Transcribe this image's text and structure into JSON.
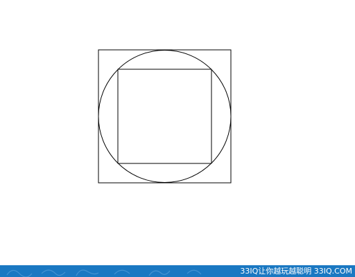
{
  "diagram": {
    "shapes": [
      "outer-square",
      "inscribed-circle",
      "inner-square"
    ],
    "stroke_color": "#000000"
  },
  "footer": {
    "text": "33IQ让你越玩越聪明  33IQ.COM",
    "background_color": "#1a78c2",
    "text_color": "#ffffff"
  }
}
